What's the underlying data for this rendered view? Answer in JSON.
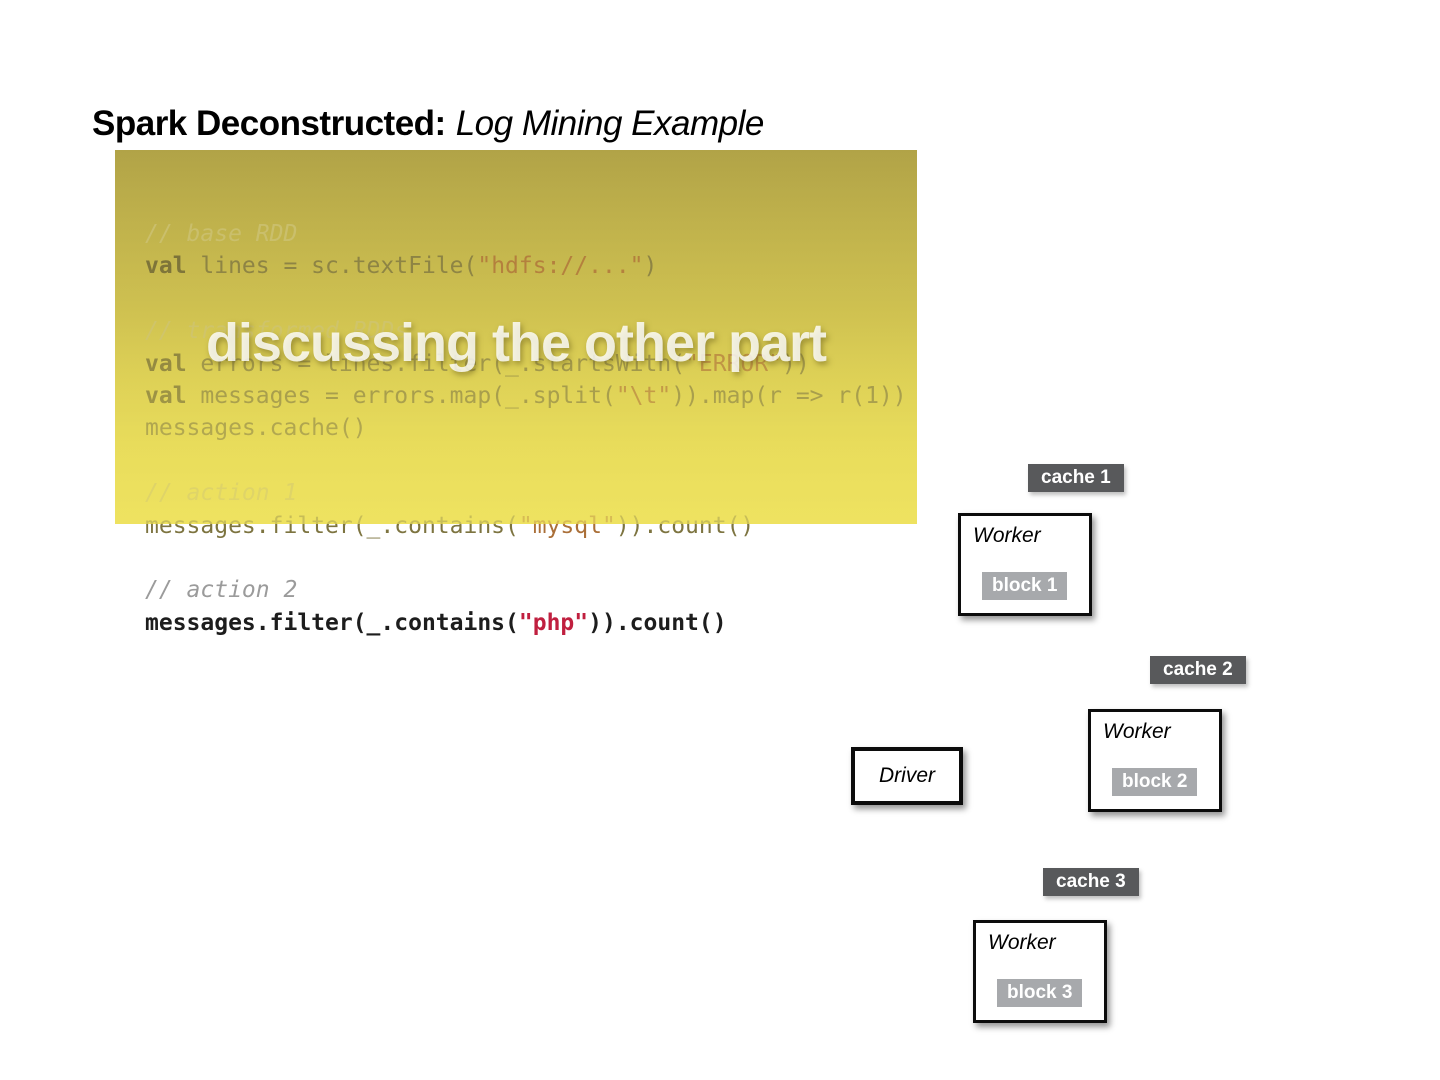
{
  "title": {
    "prefix": "Spark Deconstructed:",
    "suffix": "Log Mining Example"
  },
  "watermark": "discussing the other part",
  "code_lines": [
    {
      "seg": [
        [
          "// base RDD",
          "cmt"
        ]
      ]
    },
    {
      "seg": [
        [
          "val",
          "kw"
        ],
        [
          " lines = sc.textFile(",
          "cod"
        ],
        [
          "\"hdfs://...\"",
          "str"
        ],
        [
          ")",
          "cod"
        ]
      ]
    },
    {
      "seg": []
    },
    {
      "seg": [
        [
          "// transformed RDDs",
          "cmt"
        ]
      ]
    },
    {
      "seg": [
        [
          "val",
          "kw"
        ],
        [
          " errors = lines.filter(_.startsWith(",
          "cod"
        ],
        [
          "\"ERROR\"",
          "str"
        ],
        [
          "))",
          "cod"
        ]
      ]
    },
    {
      "seg": [
        [
          "val",
          "kw"
        ],
        [
          " messages = errors.map(_.split(",
          "cod"
        ],
        [
          "\"\\t\"",
          "str"
        ],
        [
          ")).map(r => r(1))",
          "cod"
        ]
      ]
    },
    {
      "seg": [
        [
          "messages.cache()",
          "cod"
        ]
      ]
    },
    {
      "seg": []
    },
    {
      "seg": [
        [
          "// action 1",
          "cmt"
        ]
      ]
    },
    {
      "seg": [
        [
          "messages.filter(_.contains(",
          "cod"
        ],
        [
          "\"mysql\"",
          "str"
        ],
        [
          ")).count()",
          "cod"
        ]
      ]
    },
    {
      "seg": []
    },
    {
      "seg": [
        [
          "// action 2",
          "cmt2"
        ]
      ]
    },
    {
      "seg": [
        [
          "messages.filter(_.contains(",
          "cod2"
        ],
        [
          "\"php\"",
          "str2"
        ],
        [
          ")).count()",
          "cod2"
        ]
      ]
    }
  ],
  "nodes": {
    "cache1": "cache 1",
    "cache2": "cache 2",
    "cache3": "cache 3",
    "worker1": {
      "label": "Worker",
      "block": "block 1"
    },
    "worker2": {
      "label": "Worker",
      "block": "block 2"
    },
    "worker3": {
      "label": "Worker",
      "block": "block 3"
    },
    "driver": "Driver"
  },
  "colors": {
    "code_block_gradient_top": "#b1a347",
    "code_block_gradient_bottom": "#eadd58",
    "cache_label_bg": "#58595b",
    "block_label_bg": "#a7a9ac",
    "in_block_comment": "#c6bb6e",
    "in_block_code": "#7d7440",
    "in_block_keyword": "#6a6133",
    "in_block_string": "#aa6f38",
    "out_block_comment": "#9b9b9b",
    "out_block_code": "#1d1d1d",
    "out_block_string": "#c01f3f",
    "watermark_color": "rgba(255,255,255,0.82)"
  }
}
